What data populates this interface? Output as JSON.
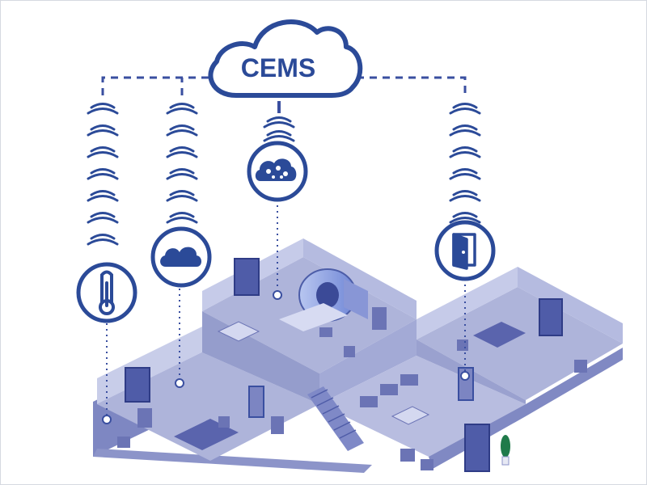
{
  "cloud": {
    "label": "CEMS",
    "icon": "cloud-icon"
  },
  "colors": {
    "primary": "#2b4a98",
    "link": "#3a4fa0",
    "floor": "#aab0d6",
    "wall_light": "#c9ceea",
    "wall_dark": "#8e95c8",
    "furniture": "#6b74b5"
  },
  "sensors": [
    {
      "name": "temperature-sensor",
      "icon": "thermometer-icon"
    },
    {
      "name": "humidity-sensor",
      "icon": "cloud-icon"
    },
    {
      "name": "air-quality-sensor",
      "icon": "particles-cloud-icon"
    },
    {
      "name": "door-sensor",
      "icon": "door-icon"
    }
  ]
}
